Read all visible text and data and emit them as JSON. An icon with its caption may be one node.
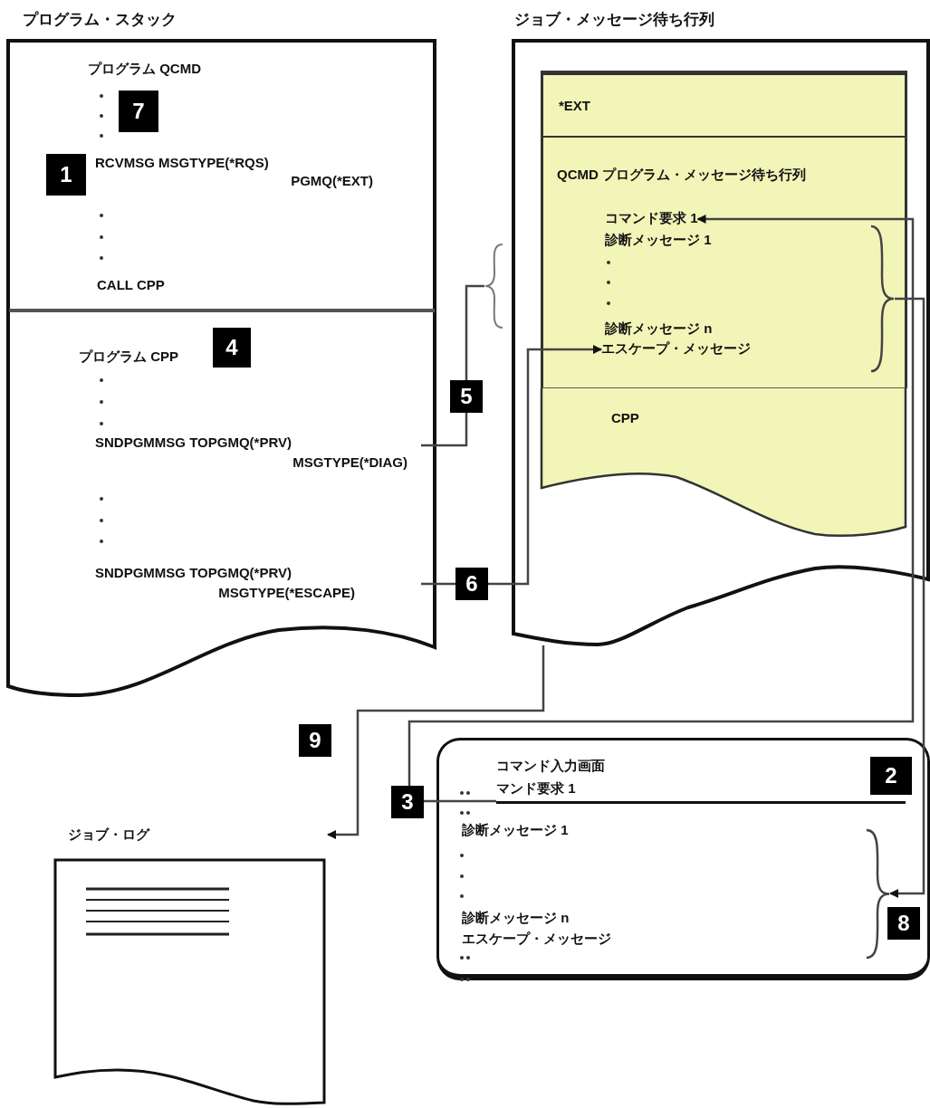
{
  "diagram": {
    "nodes": [
      {
        "text": [
          "プログラム・スタック"
        ]
      },
      {
        "text": [
          "プログラム QCMD",
          "RCVMSG MSGTYPE(*RQS) PGMQ(*EXT)",
          "CALL CPP"
        ],
        "in": 0
      },
      {
        "text": [
          "プログラム CPP"
        ],
        "in": 0
      },
      {
        "text": [
          "SNDPGMMSG TOPGMQ(*PRV) MSGTYPE(*DIAG)"
        ],
        "in": 2
      },
      {
        "text": [
          "SNDPGMMSG TOPGMQ(*PRV) MSGTYPE(*ESCAPE)"
        ],
        "in": 2
      },
      {
        "text": [
          "ジョブ・メッセージ待ち行列"
        ]
      },
      {
        "text": [
          "*EXT"
        ],
        "in": 5
      },
      {
        "text": [
          "QCMD プログラム・メッセージ待ち行列"
        ],
        "in": 5
      },
      {
        "text": [
          "コマンド要求 1"
        ],
        "in": 7
      },
      {
        "text": [
          "診断メッセージ 1"
        ],
        "in": 7
      },
      {
        "text": [
          "診断メッセージ n"
        ],
        "in": 7
      },
      {
        "text": [
          "エスケープ・メッセージ"
        ],
        "in": 7
      },
      {
        "text": [],
        "shape": "brace",
        "in": 7
      },
      {
        "text": [
          "CPP"
        ],
        "in": 5
      },
      {
        "text": [],
        "shape": "brace"
      },
      {
        "text": [
          "コマンド入力画面"
        ]
      },
      {
        "text": [
          "マンド要求 1"
        ],
        "in": 15
      },
      {
        "text": [
          "診断メッセージ 1"
        ],
        "in": 15
      },
      {
        "text": [
          "診断メッセージ n"
        ],
        "in": 15
      },
      {
        "text": [
          "エスケープ・メッセージ"
        ],
        "in": 15
      },
      {
        "text": [],
        "shape": "brace",
        "in": 15
      },
      {
        "text": [
          "ジョブ・ログ"
        ]
      }
    ],
    "edges": [
      {
        "from": 3,
        "to": 14,
        "arrow": "none",
        "label": "5"
      },
      {
        "from": 4,
        "to": 11,
        "arrow": "to",
        "label": "6"
      },
      {
        "from": 16,
        "to": 8,
        "arrow": "to",
        "label": "3"
      },
      {
        "from": 12,
        "to": 20,
        "arrow": "to",
        "label": "8"
      },
      {
        "from": 5,
        "to": 21,
        "arrow": "to",
        "label": "9"
      }
    ],
    "labels": [
      "7",
      "1",
      "4",
      "2"
    ]
  }
}
